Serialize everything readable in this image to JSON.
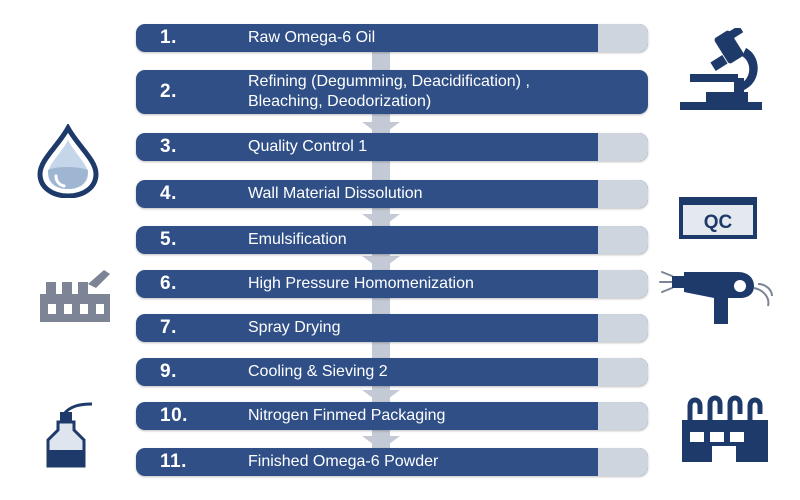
{
  "colors": {
    "bar": "#2f4f86",
    "bar_tab": "#cfd5df",
    "arrow": "#c3cad5",
    "icon_dark": "#1e3a6b",
    "icon_gray": "#7c8495"
  },
  "steps": [
    {
      "number": "1.",
      "label": "Raw Omega-6 Oil"
    },
    {
      "number": "2.",
      "label": "Refining (Degumming, Deacidification) ,\nBleaching, Deodorization)"
    },
    {
      "number": "3.",
      "label": "Quality Control 1"
    },
    {
      "number": "4.",
      "label": "Wall Material Dissolution"
    },
    {
      "number": "5.",
      "label": "Emulsification"
    },
    {
      "number": "6.",
      "label": "High Pressure Homomenization"
    },
    {
      "number": "7.",
      "label": "Spray Drying"
    },
    {
      "number": "9.",
      "label": "Cooling & Sieving 2"
    },
    {
      "number": "10.",
      "label": "Nitrogen Finmed Packaging"
    },
    {
      "number": "11.",
      "label": "Finished Omega-6 Powder"
    }
  ],
  "icons": {
    "microscope": "microscope-icon",
    "oil_drop": "oil-drop-icon",
    "qc_badge": {
      "name": "qc-badge-icon",
      "text": "QC"
    },
    "factory_left": "factory-icon",
    "spray_gun": "spray-gun-icon",
    "bottle": "bottle-icon",
    "factory_right": "factory-icon"
  }
}
